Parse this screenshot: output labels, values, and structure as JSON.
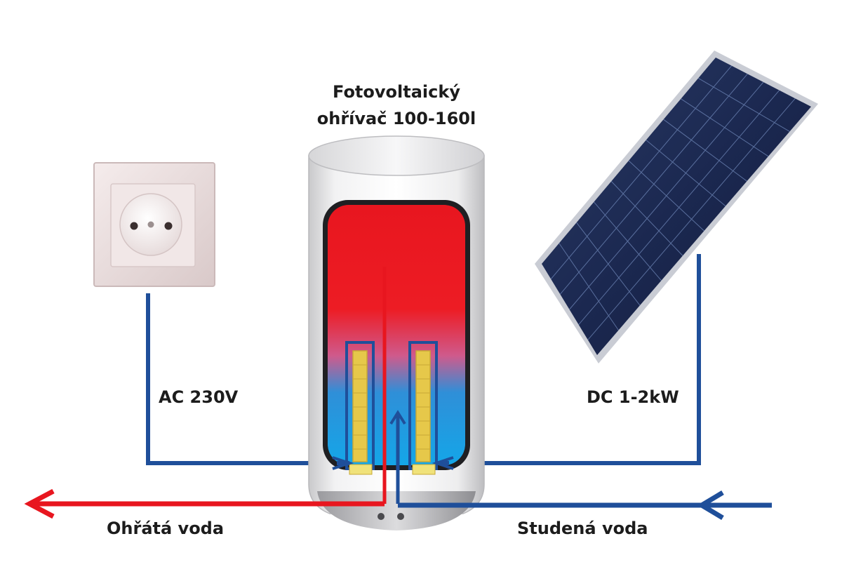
{
  "title": {
    "line1": "Fotovoltaický",
    "line2": "ohřívač 100-160l"
  },
  "labels": {
    "ac": "AC 230V",
    "dc": "DC 1-2kW",
    "hot_water": "Ohřátá voda",
    "cold_water": "Studená voda"
  },
  "colors": {
    "ac_wire": "#1f4f9a",
    "dc_wire": "#1f4f9a",
    "hot_pipe": "#e8161f",
    "cold_pipe": "#1f4f9a",
    "tank_hot": "#e8161f",
    "tank_cold": "#16a6e6",
    "element": "#e6c84a",
    "panel": "#1c2a4e"
  },
  "components": {
    "socket": "wall-socket",
    "tank": "water-heater-tank",
    "panel": "solar-panel"
  }
}
